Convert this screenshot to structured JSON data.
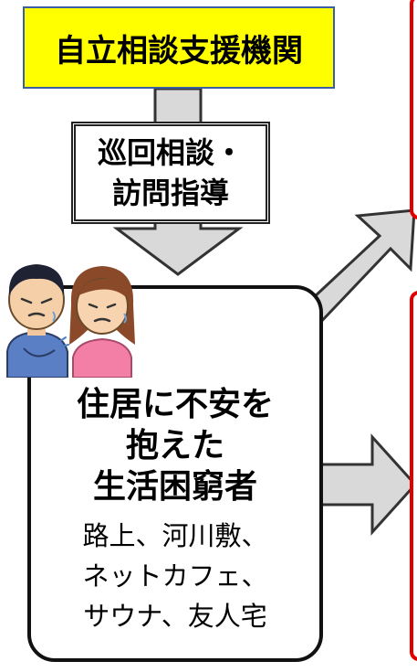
{
  "agency": {
    "label": "自立相談支援機関"
  },
  "consultation": {
    "line1": "巡回相談・",
    "line2": "訪問指導"
  },
  "target": {
    "title_line1": "住居に不安を",
    "title_line2": "抱えた",
    "title_line3": "生活困窮者",
    "examples_line1": "路上、河川敷、",
    "examples_line2": "ネットカフェ、",
    "examples_line3": "サウナ、友人宅"
  },
  "colors": {
    "agency_fill": "#ffff00",
    "agency_border": "#3a5fa0",
    "arrow_fill": "#d9d9d9",
    "panel_border": "#e00000"
  },
  "icons": [
    "worried-man-icon",
    "worried-woman-icon"
  ]
}
